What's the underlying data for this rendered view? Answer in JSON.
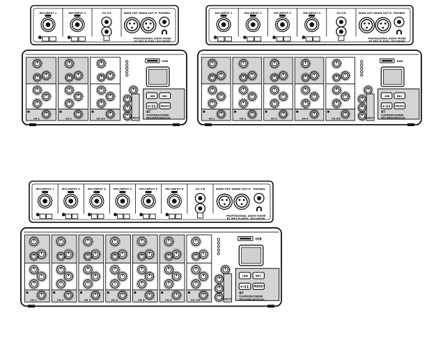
{
  "mixers": [
    {
      "id": "mixer-4ch",
      "variant": "4ch",
      "top_labels": [
        "MIC/INPUT 1",
        "MIC/INPUT 2",
        "CH 3/4",
        "MAIN OUT L",
        "MAIN OUT R",
        "PHONES"
      ],
      "brand_lines": [
        "PROFESSIONAL AUDIO MIXER",
        "BT MP3 PLAYER / RECORDER"
      ],
      "channel_labels": [
        "CH 1",
        "CH 2",
        "CH 3/4"
      ],
      "side_labels": [
        "EFFECT"
      ],
      "buttons": [
        "|◀◀",
        "▶▶|",
        "▶/❚❚",
        "MENU"
      ],
      "bt_lines": [
        "BT",
        "PLAYER/RECORDER",
        "MP3/WMA/APE/FLAC"
      ],
      "usb_label": "USB"
    },
    {
      "id": "mixer-6ch",
      "variant": "6ch",
      "top_labels": [
        "MIC/INPUT 1",
        "MIC/INPUT 2",
        "MIC/INPUT 3",
        "MIC/INPUT 4",
        "CH 5/6",
        "MAIN OUT L",
        "MAIN OUT R",
        "PHONES"
      ],
      "brand_lines": [
        "PROFESSIONAL AUDIO MIXER",
        "BT MP3 PLAYER / RECORDER"
      ],
      "channel_labels": [
        "CH 1",
        "CH 2",
        "CH 3",
        "CH 4",
        "CH 5/6"
      ],
      "side_labels": [
        "EFFECT"
      ],
      "buttons": [
        "|◀◀",
        "▶▶|",
        "▶/❚❚",
        "MENU"
      ],
      "bt_lines": [
        "BT",
        "PLAYER/RECORDER",
        "MP3/WMA/APE/FLAC"
      ],
      "usb_label": "USB"
    },
    {
      "id": "mixer-8ch",
      "variant": "8ch",
      "top_labels": [
        "MIC/INPUT 1",
        "MIC/INPUT 2",
        "MIC/INPUT 3",
        "MIC/INPUT 4",
        "MIC/INPUT 5",
        "MIC/INPUT 6",
        "CH 7/8",
        "MAIN OUT L",
        "MAIN OUT R",
        "PHONES"
      ],
      "brand_lines": [
        "PROFESSIONAL AUDIO MIXER",
        "BT MP3 PLAYER / RECORDER"
      ],
      "channel_labels": [
        "CH 1",
        "CH 2",
        "CH 3",
        "CH 4",
        "CH 5",
        "CH 6",
        "CH 7/8"
      ],
      "side_labels": [
        "EFFECT"
      ],
      "buttons": [
        "|◀◀",
        "▶▶|",
        "▶/❚❚",
        "MENU"
      ],
      "bt_lines": [
        "BT",
        "PLAYER/RECORDER",
        "MP3/WMA/APE/FLAC"
      ],
      "usb_label": "USB"
    }
  ],
  "colors": {
    "outline": "#111111",
    "panel_fill": "#d4d4d4",
    "background": "#ffffff",
    "lcd_fill": "#d0d0d0"
  }
}
